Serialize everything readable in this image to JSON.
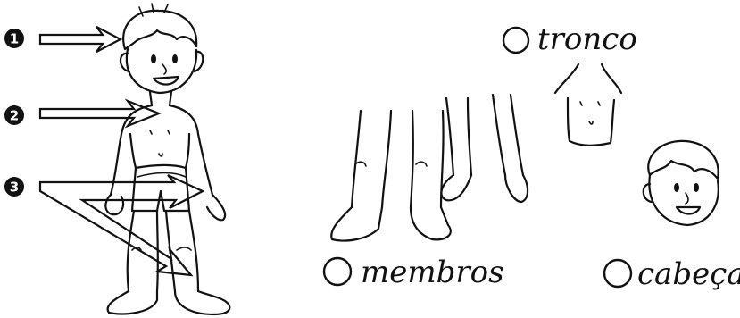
{
  "markers": [
    {
      "number": "1",
      "target": "head"
    },
    {
      "number": "2",
      "target": "trunk"
    },
    {
      "number": "3",
      "target": "limbs"
    }
  ],
  "options": {
    "tronco": {
      "label": "tronco"
    },
    "membros": {
      "label": "membros"
    },
    "cabeca": {
      "label": "cabeça"
    }
  },
  "colors": {
    "ink": "#111111",
    "paper": "#ffffff"
  }
}
